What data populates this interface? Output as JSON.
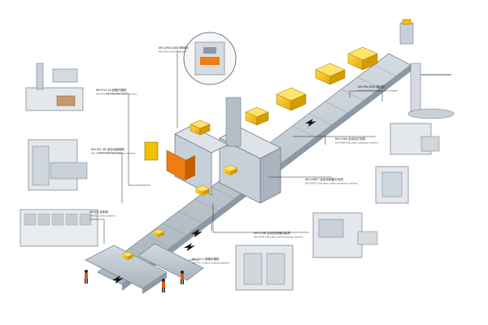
{
  "labels": [
    {
      "id": "l1",
      "cn": "MH-ZXW-150D 码垛机",
      "en": "MH-ZXW-150D Palletizer"
    },
    {
      "id": "l2",
      "cn": "MH-FXJ-2A 纸箱开箱机",
      "en": "MH-FXJ-2A Automatic carton erector"
    },
    {
      "id": "l3",
      "cn": "MH-ZXL-80 全自动装箱机",
      "en": "MH-ZXL-80 Automatic packing machine"
    },
    {
      "id": "l4",
      "cn": "MH-KZ 控制柜",
      "en": "MH-KZ Control cabinet"
    },
    {
      "id": "l5",
      "cn": "MH-PM-2000 缠绕机",
      "en": "MH-PM-2000 Pallet stretch wrapper"
    },
    {
      "id": "l6",
      "cn": "MH-105A 全自动打包机",
      "en": "MH-105A Automatic strapping machine"
    },
    {
      "id": "l7",
      "cn": "MH-105KT 全自动纸箱打包机",
      "en": "MH-105KT Automatic carton strapping machine"
    },
    {
      "id": "l8",
      "cn": "MH-105B 自动热收缩包装机",
      "en": "MH-105B Automatic shrink packing machine"
    },
    {
      "id": "l9",
      "cn": "MH-FX-2 纸箱封箱机",
      "en": "MH-FX-2 Carton sealing machine"
    }
  ],
  "colors": {
    "conveyor": "#b9c3cc",
    "frame": "#7d8a96",
    "box": "#f2c200",
    "accent": "#f07d10",
    "worker": "#e05a10",
    "line": "#222222"
  }
}
